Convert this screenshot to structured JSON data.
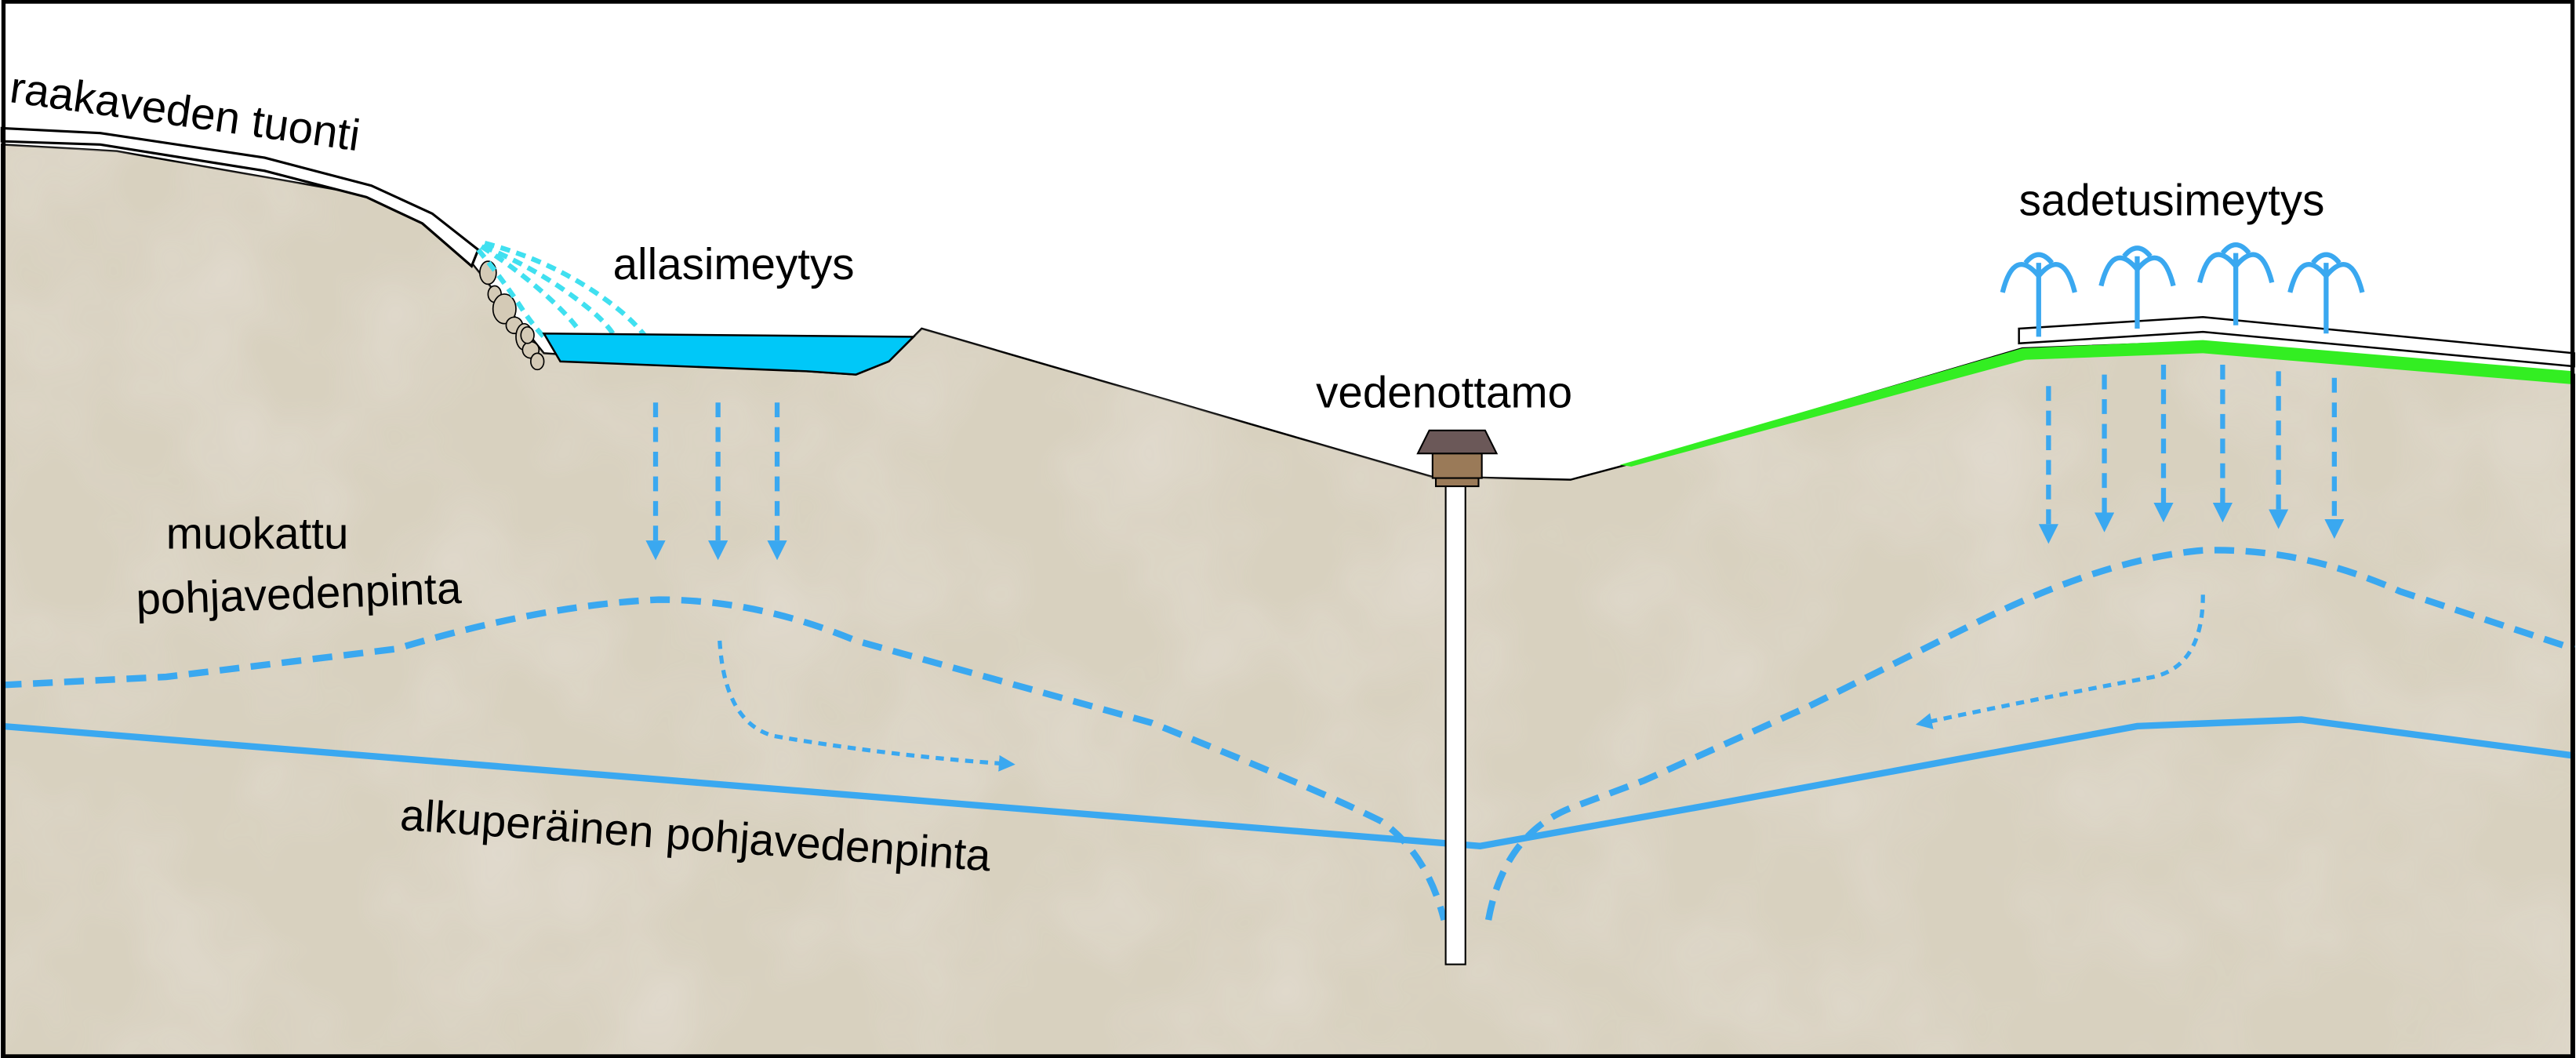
{
  "labels": {
    "raw_water_import": "raakaveden tuonti",
    "basin_infiltration": "allasimeytys",
    "sprinkler_infiltration": "sadetusimeytys",
    "water_intake": "vedenottamo",
    "modified_gw_line1": "muokattu",
    "modified_gw_line2": "pohjavedenpinta",
    "original_gw": "alkuperäinen pohjavedenpinta"
  },
  "colors": {
    "soil": "#d6cfbd",
    "soil_dark": "#c8bca9",
    "water": "#00c8f8",
    "groundwater": "#3aa8f0",
    "spray": "#40e0f0",
    "grass": "#33ee22",
    "roof": "#6b5858",
    "house": "#9a7a58"
  }
}
